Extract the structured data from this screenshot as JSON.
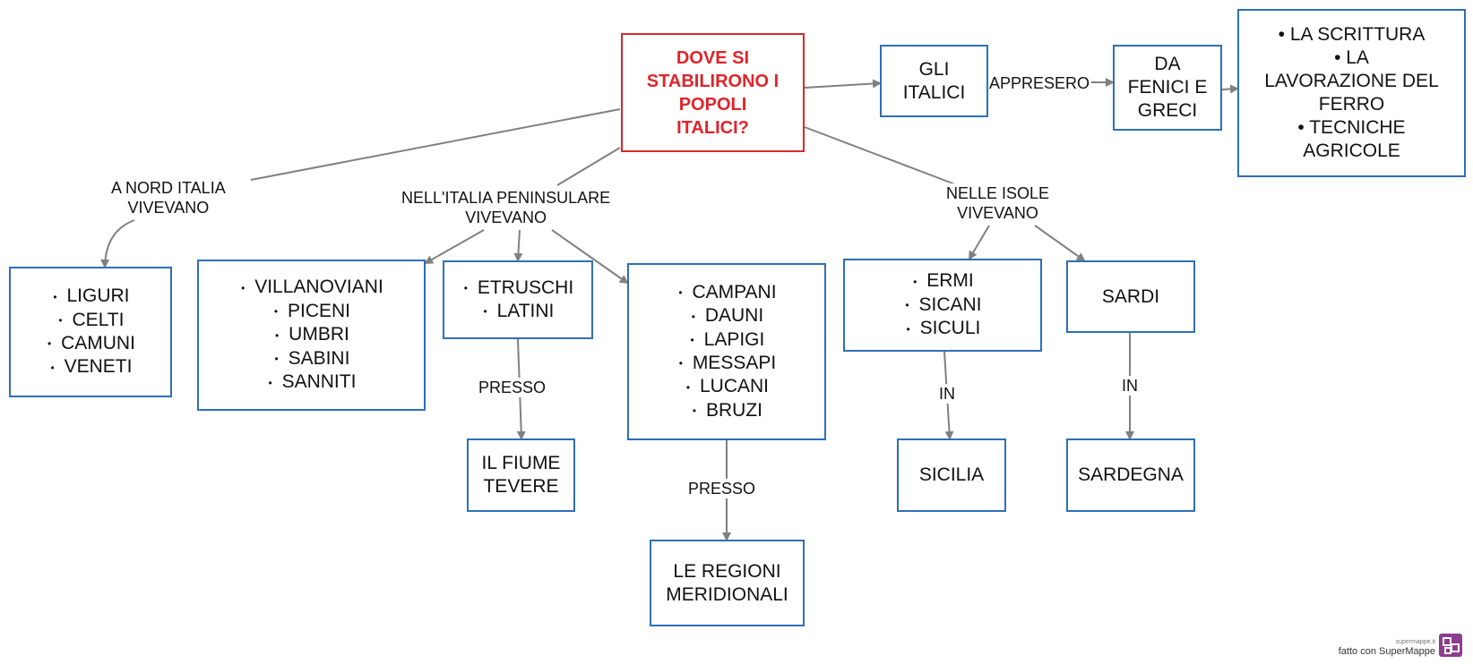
{
  "root": {
    "lines": [
      "DOVE SI",
      "STABILIRONO I",
      "POPOLI",
      "ITALICI?"
    ]
  },
  "nodes": {
    "italici": {
      "lines": [
        "GLI",
        "ITALICI"
      ]
    },
    "fenici": {
      "lines": [
        "DA",
        "FENICI E",
        "GRECI"
      ]
    },
    "appreso": {
      "lines": [
        "• LA SCRITTURA",
        "• LA",
        "LAVORAZIONE DEL",
        "FERRO",
        "• TECNICHE",
        "AGRICOLE"
      ]
    },
    "nord": {
      "items": [
        "LIGURI",
        "CELTI",
        "CAMUNI",
        "VENETI"
      ]
    },
    "peninsulare1": {
      "items": [
        "VILLANOVIANI",
        "PICENI",
        "UMBRI",
        "SABINI",
        "SANNITI"
      ]
    },
    "peninsulare2": {
      "items": [
        "ETRUSCHI",
        "LATINI"
      ]
    },
    "peninsulare3": {
      "items": [
        "CAMPANI",
        "DAUNI",
        "LAPIGI",
        "MESSAPI",
        "LUCANI",
        "BRUZI"
      ]
    },
    "tevere": {
      "lines": [
        "IL FIUME",
        "TEVERE"
      ]
    },
    "meridionali": {
      "lines": [
        "LE REGIONI",
        "MERIDIONALI"
      ]
    },
    "isole1": {
      "items": [
        "ERMI",
        "SICANI",
        "SICULI"
      ]
    },
    "sardi": {
      "lines": [
        "SARDI"
      ]
    },
    "sicilia": {
      "lines": [
        "SICILIA"
      ]
    },
    "sardegna": {
      "lines": [
        "SARDEGNA"
      ]
    }
  },
  "labels": {
    "appresero": [
      "APPRESERO"
    ],
    "nord": [
      "A NORD ITALIA",
      "VIVEVANO"
    ],
    "peninsulare": [
      "NELL'ITALIA PENINSULARE",
      "VIVEVANO"
    ],
    "isole": [
      "NELLE ISOLE",
      "VIVEVANO"
    ],
    "presso1": [
      "PRESSO"
    ],
    "presso2": [
      "PRESSO"
    ],
    "in1": [
      "IN"
    ],
    "in2": [
      "IN"
    ]
  },
  "footer": {
    "site": "supermappe.it",
    "made_with": "fatto con SuperMappe"
  },
  "colors": {
    "box_border": "#2e6fb7",
    "root_border": "#d9272e",
    "root_text": "#e0242b",
    "line": "#808080"
  }
}
